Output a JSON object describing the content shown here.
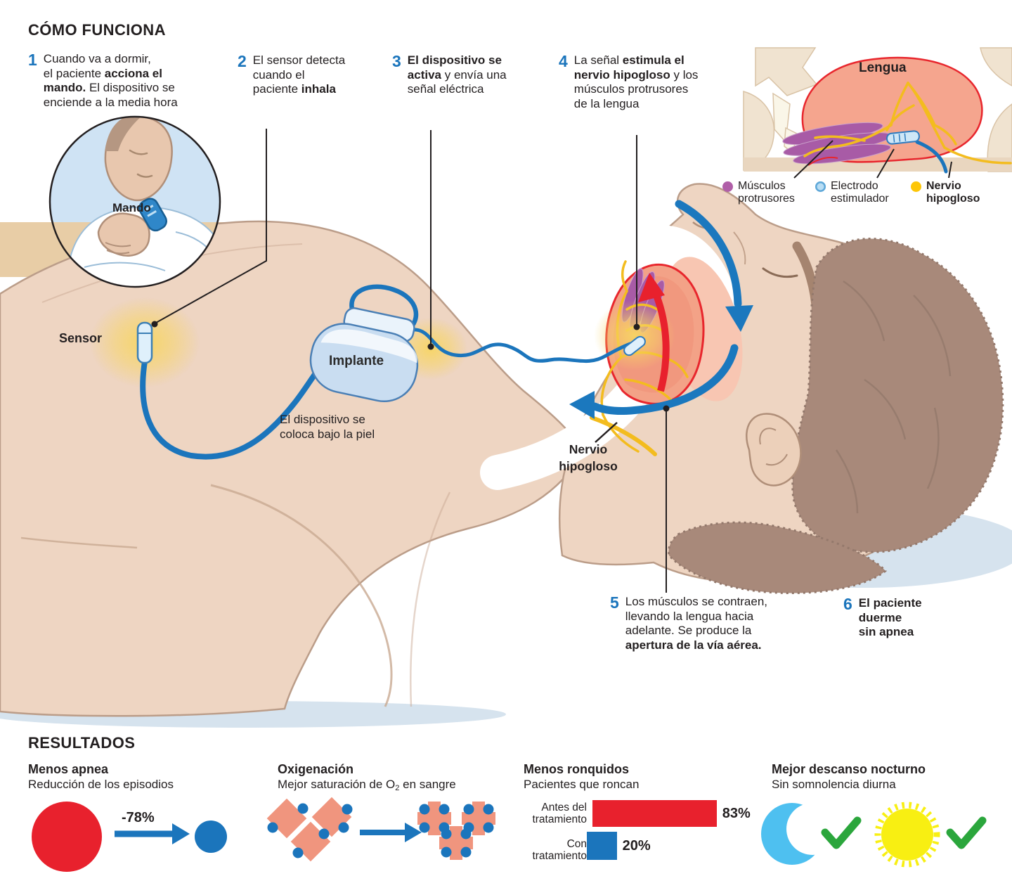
{
  "colors": {
    "text": "#231f20",
    "accent_blue": "#1b75bc",
    "red": "#e8212d",
    "skin": "#eed5c2",
    "skin_line": "#bb9d89",
    "tongue_salmon": "#f3a287",
    "muscle_purple": "#a85ba6",
    "nerve_yellow": "#f3bc1e",
    "electrode_blue": "#cfe7f7",
    "device_blue": "#c9ddf1",
    "glow_yellow": "#f7d564",
    "hair_brown": "#a8897a",
    "moon_blue": "#4ec0f0",
    "sun_yellow": "#f8ef12",
    "check_green": "#2ba63c",
    "shadow_blue": "#cfdeeb"
  },
  "header": {
    "title": "CÓMO FUNCIONA"
  },
  "steps": [
    {
      "num": "1",
      "segments": [
        {
          "t": "Cuando va a dormir,\nel paciente "
        },
        {
          "t": "acciona el\nmando.",
          "b": true
        },
        {
          "t": " El dispositivo se\nenciende a la media hora"
        }
      ]
    },
    {
      "num": "2",
      "segments": [
        {
          "t": "El sensor detecta\ncuando el\npaciente "
        },
        {
          "t": "inhala",
          "b": true
        }
      ]
    },
    {
      "num": "3",
      "segments": [
        {
          "t": "El dispositivo se\nactiva",
          "b": true
        },
        {
          "t": " y envía una\nseñal eléctrica"
        }
      ]
    },
    {
      "num": "4",
      "segments": [
        {
          "t": "La señal "
        },
        {
          "t": "estimula el\nnervio hipogloso",
          "b": true
        },
        {
          "t": " y los\nmúsculos protrusores\nde la lengua"
        }
      ]
    },
    {
      "num": "5",
      "segments": [
        {
          "t": "Los músculos se contraen,\nllevando la lengua hacia\nadelante. Se produce la\n"
        },
        {
          "t": "apertura de la vía aérea.",
          "b": true
        }
      ]
    },
    {
      "num": "6",
      "segments": [
        {
          "t": "El paciente\nduerme\nsin apnea",
          "b": true
        }
      ]
    }
  ],
  "labels": {
    "mando": "Mando",
    "sensor": "Sensor",
    "implante": "Implante",
    "device_caption": "El dispositivo se\ncoloca bajo la piel",
    "nervio_hipogloso": "Nervio\nhipogloso",
    "lengua": "Lengua"
  },
  "legend": {
    "items": [
      {
        "label": "Músculos\nprotrusores",
        "color": "#b05fa8",
        "bold": false
      },
      {
        "label": "Electrodo\nestimulador",
        "color": "#b8ddf4",
        "bold": false
      },
      {
        "label": "Nervio\nhipogloso",
        "color": "#fdc608",
        "bold": true
      }
    ]
  },
  "results": {
    "title": "RESULTADOS",
    "apnea": {
      "heading": "Menos apnea",
      "sub": "Reducción de los episodios",
      "change": "-78%"
    },
    "oxygen": {
      "heading": "Oxigenación",
      "sub_segments": [
        {
          "t": "Mejor saturación de O"
        },
        {
          "t": "2",
          "sub": true
        },
        {
          "t": " en sangre"
        }
      ]
    },
    "snoring": {
      "heading": "Menos ronquidos",
      "sub": "Pacientes que roncan",
      "chart": {
        "type": "bar",
        "max": 100,
        "bars": [
          {
            "label": "Antes del\ntratamiento",
            "value": 83,
            "value_label": "83%",
            "color": "#e8212d"
          },
          {
            "label": "Con\ntratamiento",
            "value": 20,
            "value_label": "20%",
            "color": "#1b75bc"
          }
        ]
      }
    },
    "rest": {
      "heading": "Mejor descanso nocturno",
      "sub": "Sin somnolencia diurna"
    }
  },
  "chart_data": {
    "type": "bar",
    "title": "Menos ronquidos — Pacientes que roncan",
    "categories": [
      "Antes del tratamiento",
      "Con tratamiento"
    ],
    "values": [
      83,
      20
    ],
    "value_labels": [
      "83%",
      "20%"
    ],
    "xlim": [
      0,
      100
    ],
    "apnea_reduction": "-78%"
  }
}
